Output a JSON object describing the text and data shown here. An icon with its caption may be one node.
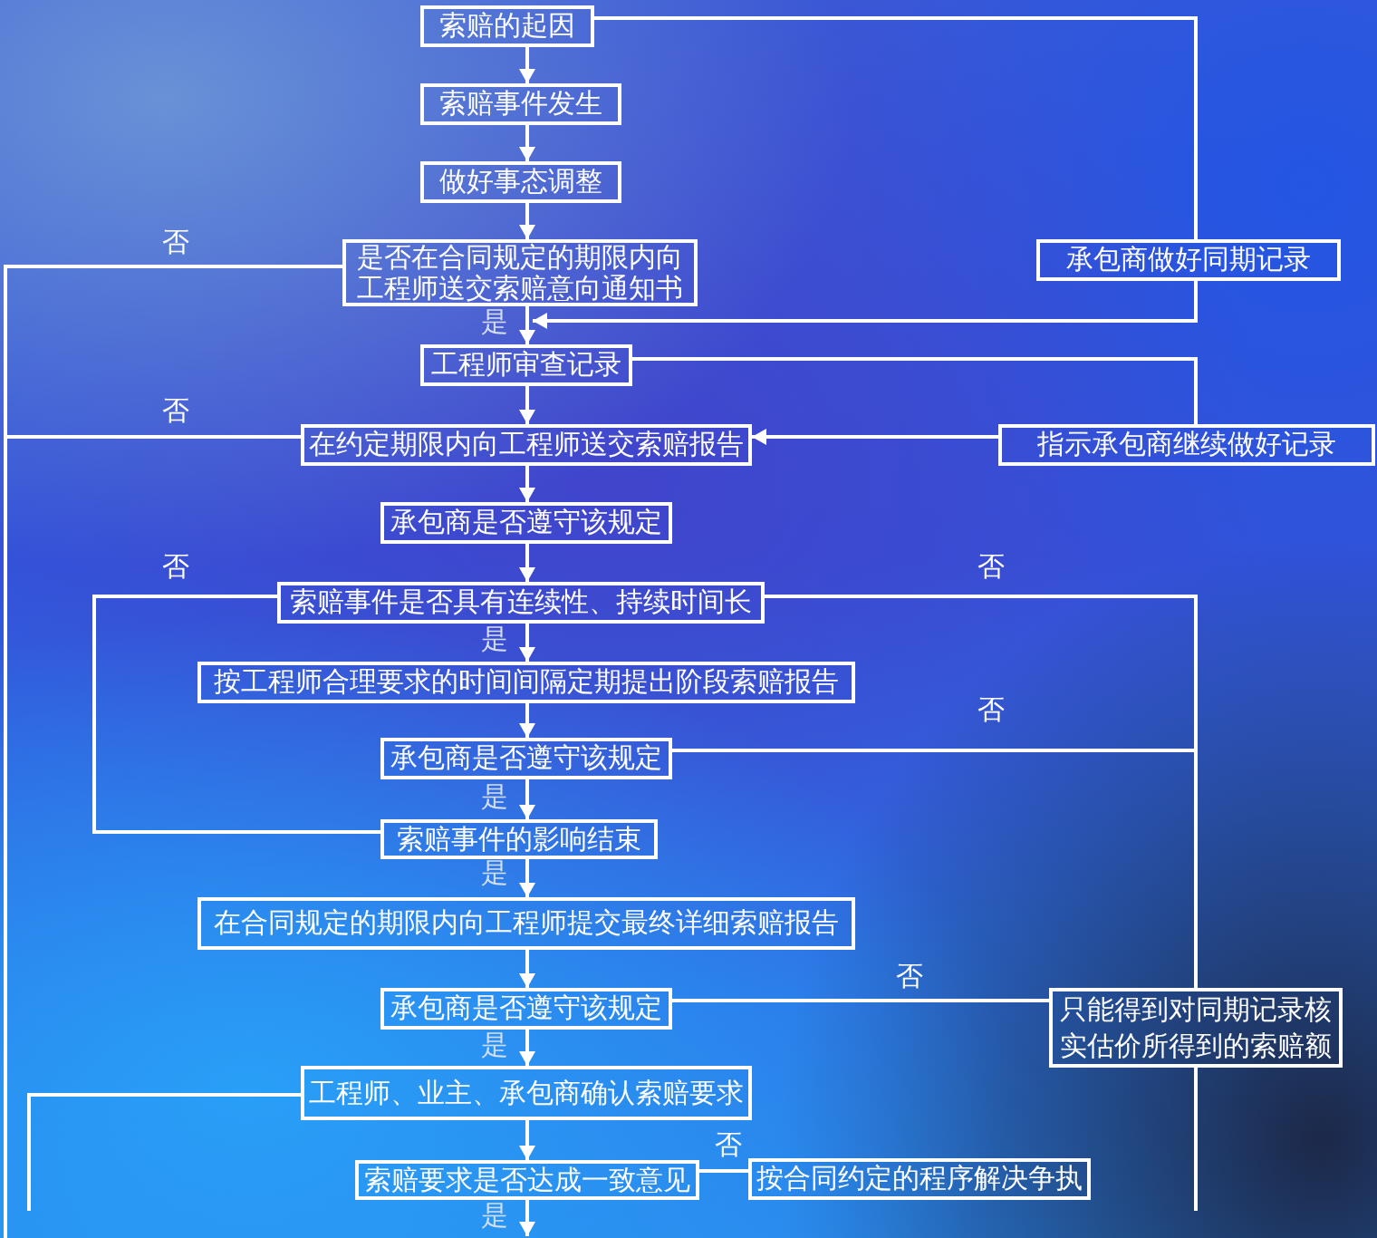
{
  "diagram": {
    "nodes": [
      {
        "text": [
          "索赔的起因"
        ]
      },
      {
        "text": [
          "索赔事件发生"
        ]
      },
      {
        "text": [
          "做好事态调整"
        ]
      },
      {
        "text": [
          "是否在合同规定的期限内向工程师送交索赔意向通知书"
        ]
      },
      {
        "text": [
          "承包商做好同期记录"
        ]
      },
      {
        "text": [
          "工程师审查记录"
        ]
      },
      {
        "text": [
          "在约定期限内向工程师送交索赔报告"
        ]
      },
      {
        "text": [
          "指示承包商继续做好记录"
        ]
      },
      {
        "text": [
          "承包商是否遵守该规定"
        ]
      },
      {
        "text": [
          "索赔事件是否具有连续性、持续时间长"
        ]
      },
      {
        "text": [
          "按工程师合理要求的时间间隔定期提出阶段索赔报告"
        ]
      },
      {
        "text": [
          "承包商是否遵守该规定"
        ]
      },
      {
        "text": [
          "索赔事件的影响结束"
        ]
      },
      {
        "text": [
          "在合同规定的期限内向工程师提交最终详细索赔报告"
        ]
      },
      {
        "text": [
          "承包商是否遵守该规定"
        ]
      },
      {
        "text": [
          "只能得到对同期记录核实估价所得到的索赔额"
        ]
      },
      {
        "text": [
          "工程师、业主、承包商确认索赔要求"
        ]
      },
      {
        "text": [
          "索赔要求是否达成一致意见"
        ]
      },
      {
        "text": [
          "按合同约定的程序解决争执"
        ]
      }
    ],
    "edges": [
      {
        "from": 0,
        "to": 1,
        "arrow": "to"
      },
      {
        "from": 1,
        "to": 2,
        "arrow": "to"
      },
      {
        "from": 2,
        "to": 3,
        "arrow": "to"
      },
      {
        "from": 3,
        "to": 5,
        "arrow": "to",
        "label": "是"
      },
      {
        "from": 0,
        "to": 4,
        "arrow": "none"
      },
      {
        "from": 4,
        "to": 5,
        "arrow": "to"
      },
      {
        "from": 3,
        "to": null,
        "arrow": "none",
        "label": "否"
      },
      {
        "from": 5,
        "to": 6,
        "arrow": "to"
      },
      {
        "from": 5,
        "to": 7,
        "arrow": "none"
      },
      {
        "from": 7,
        "to": 6,
        "arrow": "to"
      },
      {
        "from": 6,
        "to": null,
        "arrow": "none",
        "label": "否"
      },
      {
        "from": 6,
        "to": 8,
        "arrow": "to"
      },
      {
        "from": 8,
        "to": 9,
        "arrow": "to"
      },
      {
        "from": 9,
        "to": 10,
        "arrow": "to",
        "label": "是"
      },
      {
        "from": 9,
        "to": 12,
        "arrow": "none",
        "label": "否"
      },
      {
        "from": 9,
        "to": 15,
        "arrow": "none",
        "label": "否"
      },
      {
        "from": 10,
        "to": 11,
        "arrow": "to"
      },
      {
        "from": 11,
        "to": 12,
        "arrow": "to",
        "label": "是"
      },
      {
        "from": 11,
        "to": 15,
        "arrow": "none",
        "label": "否"
      },
      {
        "from": 12,
        "to": 13,
        "arrow": "to",
        "label": "是"
      },
      {
        "from": 13,
        "to": 14,
        "arrow": "to"
      },
      {
        "from": 14,
        "to": 15,
        "arrow": "none",
        "label": "否"
      },
      {
        "from": 14,
        "to": 16,
        "arrow": "to",
        "label": "是"
      },
      {
        "from": 15,
        "to": null,
        "arrow": "none"
      },
      {
        "from": 16,
        "to": null,
        "arrow": "none"
      },
      {
        "from": 16,
        "to": 17,
        "arrow": "to"
      },
      {
        "from": 17,
        "to": 18,
        "arrow": "none",
        "label": "否"
      },
      {
        "from": 17,
        "to": null,
        "arrow": "to",
        "label": "是"
      }
    ]
  }
}
